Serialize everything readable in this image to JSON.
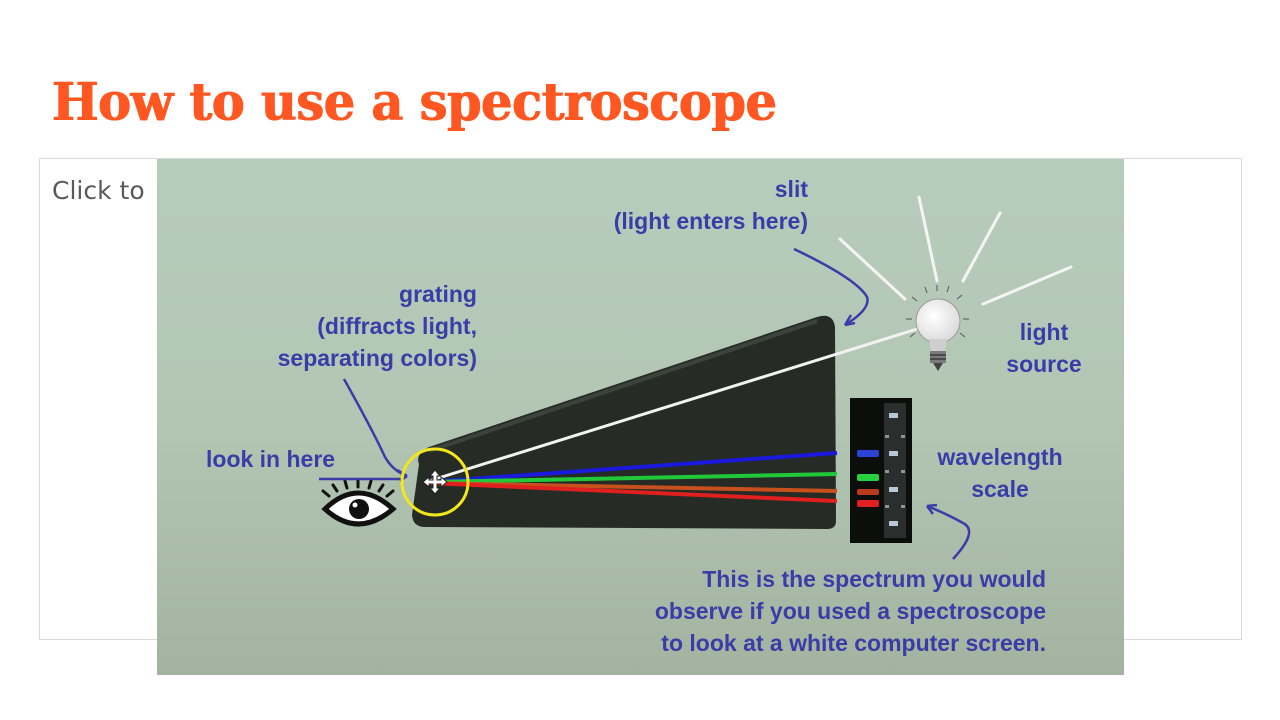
{
  "slide": {
    "title": "How to use a spectroscope",
    "placeholder_text": "Click to",
    "title_color": "#ff5722"
  },
  "figure": {
    "background_color": "#b4c7b6",
    "label_color": "#3c3ca8",
    "labels": {
      "slit_line1": "slit",
      "slit_line2": "(light enters here)",
      "grating_line1": "grating",
      "grating_line2": "(diffracts light,",
      "grating_line3": "separating colors)",
      "look_in_here": "look in here",
      "light_source_line1": "light",
      "light_source_line2": "source",
      "wavelength_line1": "wavelength",
      "wavelength_line2": "scale",
      "caption_line1": "This is the spectrum you would",
      "caption_line2": "observe if you used a spectroscope",
      "caption_line3": "to look at a white computer screen."
    },
    "spectrum_colors": [
      "#1a1adc",
      "#22c83a",
      "#c8501e",
      "#e0201e"
    ],
    "icons": [
      "eye-icon",
      "light-bulb-icon",
      "move-cursor-icon"
    ],
    "cursor_highlight_color": "#f2e61e"
  }
}
